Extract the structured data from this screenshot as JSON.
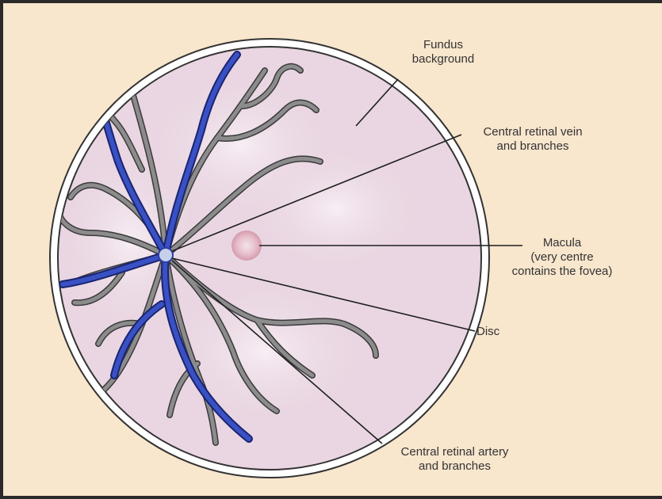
{
  "colors": {
    "background": "#f8e6cd",
    "fundus": "#e9d6e2",
    "rim": "#ffffff",
    "outline": "#333333",
    "artery": "#8c8c8c",
    "vein": "#2c3fa8",
    "macula": "#d9a6b4"
  },
  "labels": {
    "fundus_1": "Fundus",
    "fundus_2": "background",
    "vein_1": "Central retinal vein",
    "vein_2": "and branches",
    "macula_1": "Macula",
    "macula_2": "(very centre",
    "macula_3": "contains the fovea)",
    "disc": "Disc",
    "artery_1": "Central retinal artery",
    "artery_2": "and branches"
  }
}
